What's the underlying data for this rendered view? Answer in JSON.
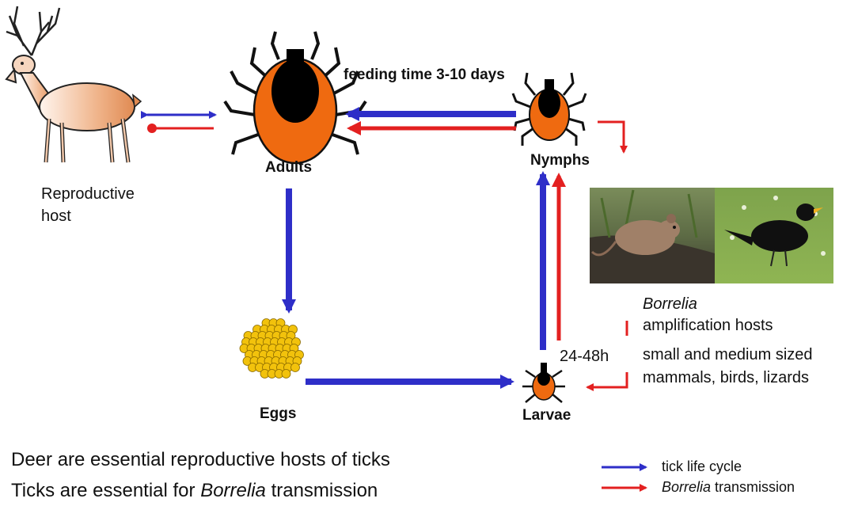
{
  "labels": {
    "adults": "Adults",
    "nymphs": "Nymphs",
    "eggs": "Eggs",
    "larvae": "Larvae",
    "feeding_time": "feeding time 3-10 days",
    "reproductive_host_1": "Reproductive",
    "reproductive_host_2": "host",
    "hours": "24-48h",
    "amp_italic": "Borrelia",
    "amp_rest": "amplification hosts",
    "hosts_line1": "small and medium  sized",
    "hosts_line2": "mammals, birds, lizards"
  },
  "notes": {
    "line1": "Deer are essential reproductive hosts of ticks",
    "line2_pre": "Ticks are essential for ",
    "line2_italic": "Borrelia",
    "line2_post": " transmission"
  },
  "legend": {
    "blue_label": "tick life cycle",
    "red_italic": "Borrelia",
    "red_rest": " transmission"
  },
  "colors": {
    "blue": "#2e2ec8",
    "red": "#e32020",
    "tick_body": "#ef6a10",
    "tick_head": "#000000",
    "egg": "#f2c20c",
    "deer": "#e8a070"
  },
  "icons": {
    "deer": "deer-icon",
    "adult_tick": "adult-tick-icon",
    "nymph_tick": "nymph-tick-icon",
    "larva_tick": "larva-tick-icon",
    "eggs": "eggs-icon",
    "hosts_photo": "mouse-and-blackbird-photo"
  }
}
